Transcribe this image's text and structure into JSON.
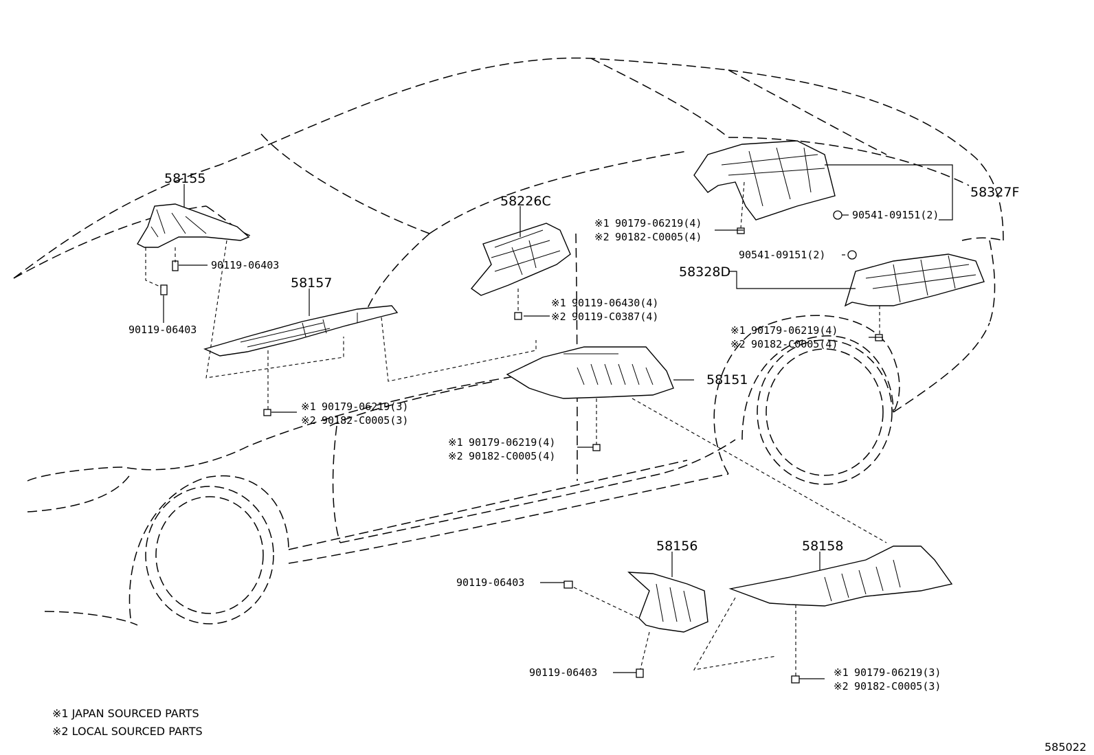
{
  "parts": {
    "p58155": "58155",
    "p58157": "58157",
    "p58226c": "58226C",
    "p58327f": "58327F",
    "p58328d": "58328D",
    "p58151": "58151",
    "p58156": "58156",
    "p58158": "58158"
  },
  "fasteners": {
    "bolt_a": "90119-06403",
    "bolt_b": "90119-06403",
    "clip_58327f": "90541-09151(2)",
    "clip_58328d": "90541-09151(2)",
    "nut_rear_upper_1": "90179-06219(4)",
    "nut_rear_upper_2": "90182-C0005(4)",
    "bolt_mid_1": "90119-06430(4)",
    "bolt_mid_2": "90119-C0387(4)",
    "nut_rear_lower_1": "90179-06219(4)",
    "nut_rear_lower_2": "90182-C0005(4)",
    "nut_front_1": "90179-06219(3)",
    "nut_front_2": "90182-C0005(3)",
    "nut_center_1": "90179-06219(4)",
    "nut_center_2": "90182-C0005(4)",
    "bolt_c": "90119-06403",
    "bolt_d": "90119-06403",
    "nut_bottom_1": "90179-06219(3)",
    "nut_bottom_2": "90182-C0005(3)"
  },
  "markers": {
    "m1": "※1",
    "m2": "※2"
  },
  "legend": {
    "note1": "※1  JAPAN SOURCED PARTS",
    "note2": "※2  LOCAL SOURCED PARTS"
  },
  "figure_id": "585022"
}
